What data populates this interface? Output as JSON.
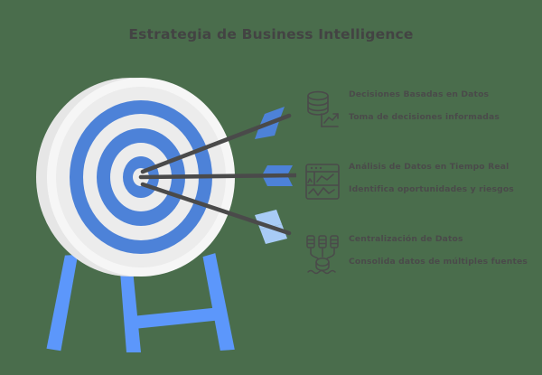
{
  "page": {
    "title": "Estrategia de Business Intelligence",
    "background_color": "#4a6d4c",
    "text_color": "#4a4a4a",
    "accent_blue": "#4d82d8",
    "accent_blue_light": "#5c97fb",
    "ring_light": "#ececec",
    "shaft_color": "#4a4a4a"
  },
  "graphic": {
    "name": "archery-target-with-three-arrows",
    "target": {
      "rings": [
        {
          "index": 1,
          "color": "#f4f4f4",
          "label": "outer-rim"
        },
        {
          "index": 2,
          "color": "#ececec",
          "label": "ring-white-1"
        },
        {
          "index": 3,
          "color": "#4d82d8",
          "label": "ring-blue-1"
        },
        {
          "index": 4,
          "color": "#ececec",
          "label": "ring-white-2"
        },
        {
          "index": 5,
          "color": "#4d82d8",
          "label": "ring-blue-2"
        },
        {
          "index": 6,
          "color": "#ececec",
          "label": "ring-white-3"
        },
        {
          "index": 7,
          "color": "#4d82d8",
          "label": "ring-blue-3"
        },
        {
          "index": 8,
          "color": "#ececec",
          "label": "bullseye"
        }
      ],
      "stand_color": "#5c97fb",
      "stand_legs": 3
    },
    "arrows": [
      {
        "index": 1,
        "label": "arrow-top",
        "fletching_color": "#4d82d8"
      },
      {
        "index": 2,
        "label": "arrow-middle",
        "fletching_color": "#4d82d8"
      },
      {
        "index": 3,
        "label": "arrow-bottom",
        "fletching_color": "#a8cbf5"
      }
    ]
  },
  "features": [
    {
      "icon": "database-chart-icon",
      "title": "Decisiones Basadas en Datos",
      "subtitle": "Toma de decisiones informadas"
    },
    {
      "icon": "dashboard-analytics-icon",
      "title": "Análisis de Datos en Tiempo Real",
      "subtitle": "Identifica oportunidades y riesgos"
    },
    {
      "icon": "data-consolidation-icon",
      "title": "Centralización de Datos",
      "subtitle": "Consolida datos de múltiples fuentes"
    }
  ]
}
